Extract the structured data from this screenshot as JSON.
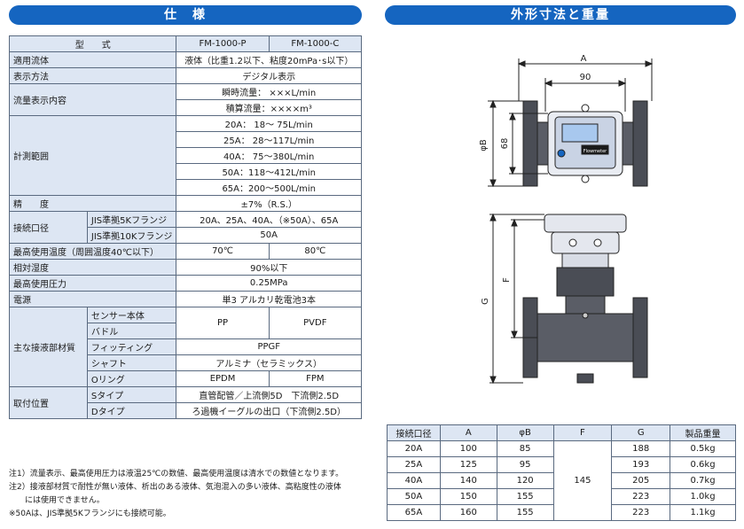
{
  "left_banner": "仕　様",
  "right_banner": "外形寸法と重量",
  "spec": {
    "header_label": "型　　式",
    "model_p": "FM-1000-P",
    "model_c": "FM-1000-C",
    "fluid_label": "適用流体",
    "fluid_value": "液体（比重1.2以下、粘度20mPa･s以下）",
    "display_label": "表示方法",
    "display_value": "デジタル表示",
    "flow_label": "流量表示内容",
    "flow_instant": "瞬時流量： ×××L/min",
    "flow_total": "積算流量：××××m³",
    "range_label": "計測範囲",
    "ranges": [
      "20A： 18～ 75L/min",
      "25A： 28～117L/min",
      "40A： 75～380L/min",
      "50A：118～412L/min",
      "65A：200～500L/min"
    ],
    "accuracy_label": "精　　度",
    "accuracy_value": "±7%（R.S.）",
    "conn_label": "接続口径",
    "conn_5k_label": "JIS準拠5Kフランジ",
    "conn_5k_value": "20A、25A、40A、（※50A）、65A",
    "conn_10k_label": "JIS準拠10Kフランジ",
    "conn_10k_value": "50A",
    "temp_label": "最高使用温度（周囲温度40℃以下）",
    "temp_p": "70℃",
    "temp_c": "80℃",
    "humidity_label": "相対湿度",
    "humidity_value": "90%以下",
    "pressure_label": "最高使用圧力",
    "pressure_value": "0.25MPa",
    "power_label": "電源",
    "power_value": "単3 アルカリ乾電池3本",
    "material_label": "主な接液部材質",
    "sensor_label": "センサー本体",
    "valve_label": "バドル",
    "mat_body_p": "PP",
    "mat_body_c": "PVDF",
    "fitting_label": "フィッティング",
    "fitting_value": "PPGF",
    "shaft_label": "シャフト",
    "shaft_value": "アルミナ（セラミックス）",
    "oring_label": "Oリング",
    "oring_p": "EPDM",
    "oring_c": "FPM",
    "mount_label": "取付位置",
    "s_type_label": "Sタイプ",
    "s_type_value": "直管配管／上流側5D　下流側2.5D",
    "d_type_label": "Dタイプ",
    "d_type_value": "ろ過機イーグルの出口（下流側2.5D）"
  },
  "notes": [
    "注1）流量表示、最高使用圧力は液温25℃の数値、最高使用温度は清水での数値となります。",
    "注2）接液部材質で耐性が無い液体、析出のある液体、気泡混入の多い液体、高粘度性の液体",
    "　　には使用できません。",
    "※50Aは、JIS準拠5Kフランジにも接続可能。"
  ],
  "drawing": {
    "dim_a": "A",
    "dim_90": "90",
    "dim_phib": "φB",
    "dim_68": "68",
    "dim_f": "F",
    "dim_g": "G",
    "lcd_text": "Flowmeter"
  },
  "dim_table": {
    "headers": [
      "接続口径",
      "A",
      "φB",
      "F",
      "G",
      "製品重量"
    ],
    "f_value": "145",
    "rows": [
      [
        "20A",
        "100",
        "85",
        "188",
        "0.5kg"
      ],
      [
        "25A",
        "125",
        "95",
        "193",
        "0.6kg"
      ],
      [
        "40A",
        "140",
        "120",
        "205",
        "0.7kg"
      ],
      [
        "50A",
        "150",
        "155",
        "223",
        "1.0kg"
      ],
      [
        "65A",
        "160",
        "155",
        "223",
        "1.1kg"
      ]
    ]
  },
  "colors": {
    "banner": "#1565c0",
    "label_bg": "#dde6f3",
    "border": "#5a6a80"
  }
}
